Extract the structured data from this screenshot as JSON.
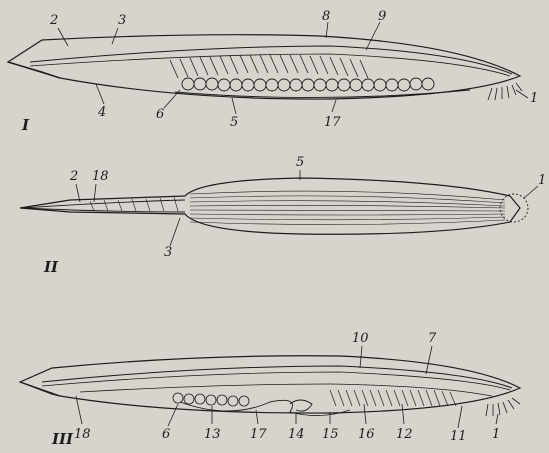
{
  "figures": [
    {
      "numeral": "I",
      "labels": [
        "1",
        "2",
        "3",
        "4",
        "5",
        "6",
        "8",
        "9",
        "17"
      ]
    },
    {
      "numeral": "II",
      "labels": [
        "1",
        "2",
        "3",
        "5",
        "18"
      ]
    },
    {
      "numeral": "III",
      "labels": [
        "1",
        "6",
        "7",
        "10",
        "11",
        "12",
        "13",
        "14",
        "15",
        "16",
        "17",
        "18"
      ]
    }
  ],
  "colors": {
    "paper": "#d6d4cd",
    "ink": "#1c1c1c"
  }
}
